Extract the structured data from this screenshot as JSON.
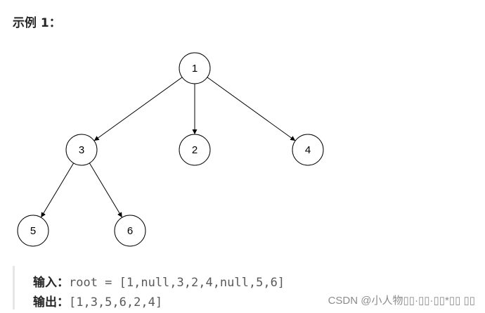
{
  "heading": "示例 1：",
  "tree": {
    "nodes": [
      {
        "id": "n1",
        "label": "1"
      },
      {
        "id": "n3",
        "label": "3"
      },
      {
        "id": "n2",
        "label": "2"
      },
      {
        "id": "n4",
        "label": "4"
      },
      {
        "id": "n5",
        "label": "5"
      },
      {
        "id": "n6",
        "label": "6"
      }
    ],
    "edges": [
      {
        "from": "n1",
        "to": "n3"
      },
      {
        "from": "n1",
        "to": "n2"
      },
      {
        "from": "n1",
        "to": "n4"
      },
      {
        "from": "n3",
        "to": "n5"
      },
      {
        "from": "n3",
        "to": "n6"
      }
    ]
  },
  "example": {
    "input_label": "输入：",
    "input_value": "root = [1,null,3,2,4,null,5,6]",
    "output_label": "输出：",
    "output_value": "[1,3,5,6,2,4]"
  },
  "watermark": "CSDN @小人物▯▯·▯▯·▯▯*▯▯ ▯▯"
}
